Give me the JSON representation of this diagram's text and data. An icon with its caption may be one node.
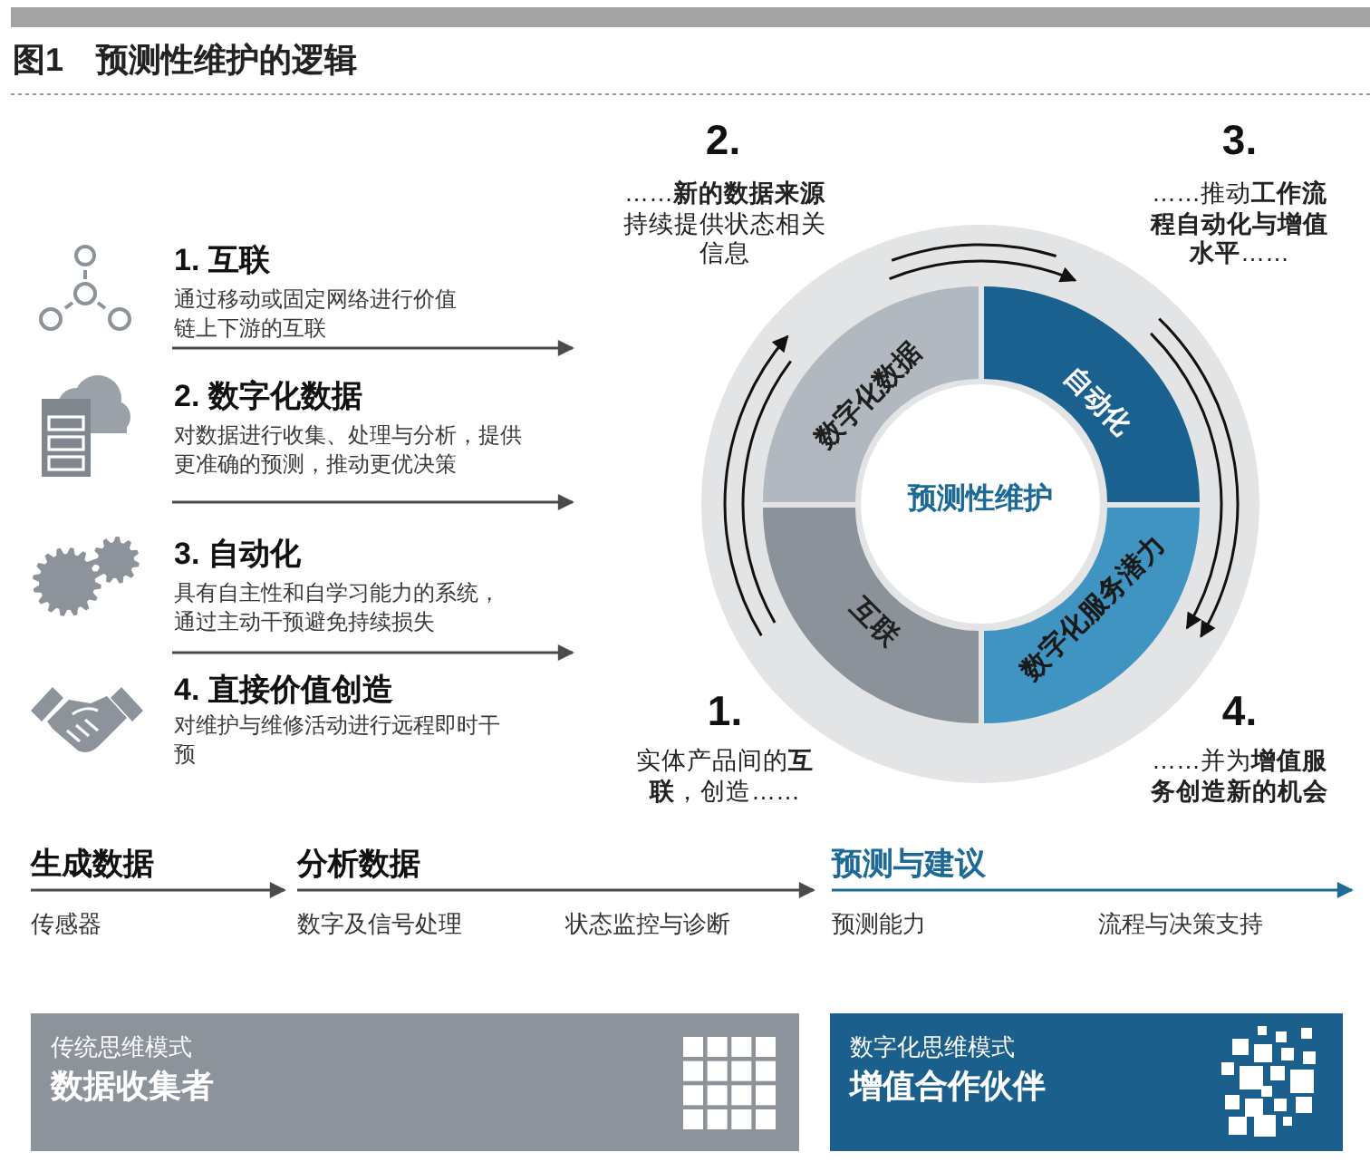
{
  "diagram": {
    "title": "图1 预测性维护的逻辑",
    "nodes": [
      {
        "text": [
          "数字化数据"
        ]
      },
      {
        "text": [
          "自动化"
        ]
      },
      {
        "text": [
          "预测性维护"
        ]
      },
      {
        "text": [
          "互联"
        ]
      },
      {
        "text": [
          "数字化服务潜力"
        ]
      },
      {
        "text": [
          "传统思维模式",
          "数据收集者"
        ]
      },
      {
        "text": [
          "数字化思维模式",
          "增值合作伙伴"
        ]
      }
    ],
    "labels": [
      "1. 互联",
      "通过移动或固定网络进行价值链上下游的互联",
      "2. 数字化数据",
      "对数据进行收集、处理与分析，提供更准确的预测，推动更优决策",
      "3. 自动化",
      "具有自主性和自学习能力的系统，通过主动干预避免持续损失",
      "4. 直接价值创造",
      "对维护与维修活动进行远程即时干预",
      "2.",
      "……**新的数据来源**持续提供状态相关信息",
      "3.",
      "……推动**工作流程自动化与增值水平**……",
      "1.",
      "实体产品间的**互联**，创造……",
      "4.",
      "……并为**增值服务创造新的机会**",
      "生成数据",
      "分析数据",
      "预测与建议",
      "传感器",
      "数字及信号处理",
      "状态监控与诊断",
      "预测能力",
      "流程与决策支持"
    ]
  }
}
